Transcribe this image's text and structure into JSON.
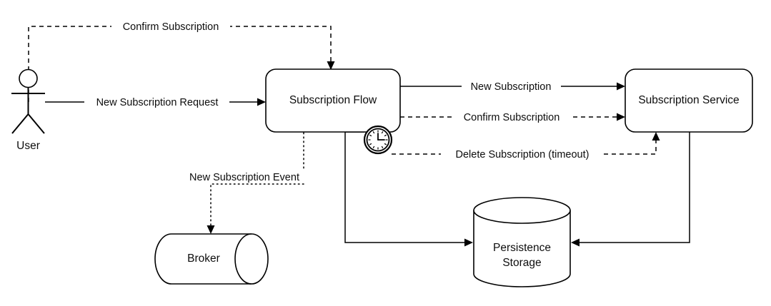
{
  "diagram": {
    "title": "Subscription Flow BPMN Process Diagram",
    "background_color": "#ffffff",
    "stroke_color": "#000000",
    "text_color": "#0d0d0d",
    "nodes": [
      {
        "id": "user",
        "label": "User",
        "shape": "actor"
      },
      {
        "id": "subscription-flow",
        "label": "Subscription Flow",
        "shape": "rounded-rectangle"
      },
      {
        "id": "subscription-service",
        "label": "Subscription Service",
        "shape": "rounded-rectangle"
      },
      {
        "id": "broker",
        "label": "Broker",
        "shape": "horizontal-cylinder"
      },
      {
        "id": "persistence-storage",
        "label_line1": "Persistence",
        "label_line2": "Storage",
        "shape": "database-cylinder"
      }
    ],
    "boundary_events": [
      {
        "id": "timer-boundary-event",
        "icon": "clock-icon",
        "attached_to": "subscription-flow"
      }
    ],
    "edges": [
      {
        "id": "new-subscription-request",
        "label": "New Subscription Request",
        "from": "user",
        "to": "subscription-flow",
        "style": "solid"
      },
      {
        "id": "confirm-subscription-user",
        "label": "Confirm Subscription",
        "from": "user",
        "to": "subscription-flow",
        "style": "dashed"
      },
      {
        "id": "new-subscription",
        "label": "New Subscription",
        "from": "subscription-flow",
        "to": "subscription-service",
        "style": "solid"
      },
      {
        "id": "confirm-subscription-svc",
        "label": "Confirm Subscription",
        "from": "subscription-flow",
        "to": "subscription-service",
        "style": "dashed"
      },
      {
        "id": "delete-subscription",
        "label": "Delete Subscription (timeout)",
        "from": "timer-boundary-event",
        "to": "subscription-service",
        "style": "dashed"
      },
      {
        "id": "new-subscription-event",
        "label": "New Subscription Event",
        "from": "subscription-flow",
        "to": "broker",
        "style": "dotted"
      },
      {
        "id": "flow-to-storage",
        "label": "",
        "from": "subscription-flow",
        "to": "persistence-storage",
        "style": "solid"
      },
      {
        "id": "service-to-storage",
        "label": "",
        "from": "subscription-service",
        "to": "persistence-storage",
        "style": "solid"
      }
    ]
  }
}
